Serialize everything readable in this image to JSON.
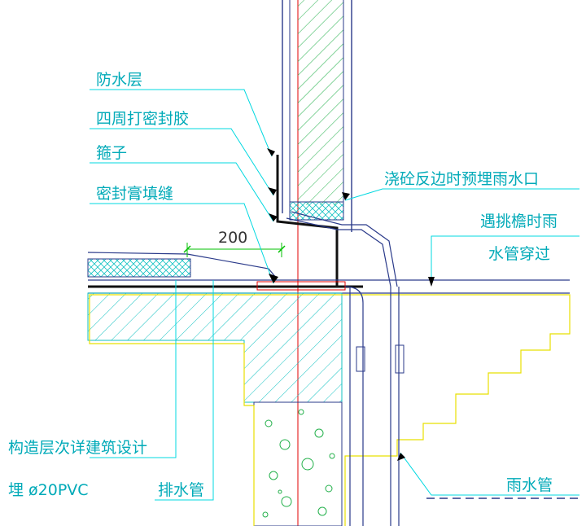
{
  "colors": {
    "background": "#ffffff",
    "leader": "#00d8e0",
    "structure": "#2a3a8a",
    "concrete": "#13c2c2",
    "yellow": "#e8e000",
    "red": "#e00000",
    "arrow": "#000000",
    "green": "#00c000",
    "label": "#00aab8"
  },
  "labels": {
    "waterproof_layer": "防水层",
    "perimeter_sealant": "四周打密封胶",
    "hoop": "箍子",
    "sealant_fill": "密封膏填缝",
    "dimension": "200",
    "precast_drain_outlet": "浇砼反边时预埋雨水口",
    "overhang_line1": "遇挑檐时雨",
    "overhang_line2": "水管穿过",
    "construction_layers": "构造层次详建筑设计",
    "embedded_pvc": "埋 ø20PVC",
    "drain_pipe": "排水管",
    "rain_pipe": "雨水管"
  }
}
